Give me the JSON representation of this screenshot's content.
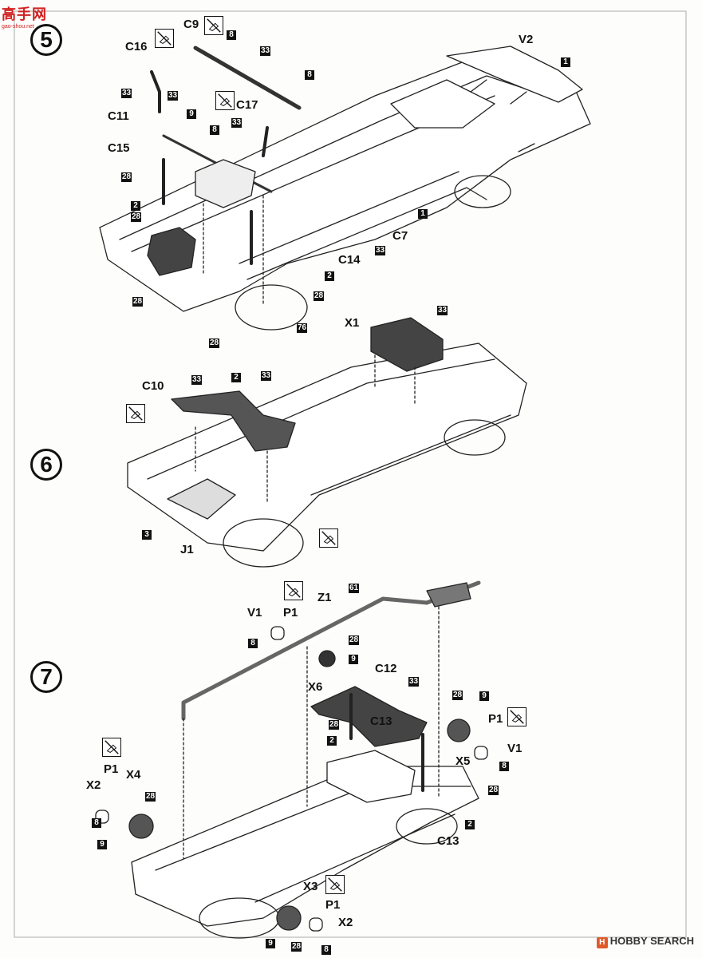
{
  "logo": {
    "text": "高手网",
    "url": "gao-shou.net"
  },
  "watermark": {
    "icon": "hobby-search-logo-icon",
    "text": "HOBBY SEARCH"
  },
  "colors": {
    "ink": "#111111",
    "brand_red": "#d12222"
  },
  "steps": [
    {
      "number": "5",
      "labels": [
        "C16",
        "C9",
        "V2",
        "C11",
        "C15",
        "C17",
        "C7",
        "C14",
        "1",
        "2",
        "8",
        "33",
        "28",
        "76",
        "9"
      ]
    },
    {
      "number": "6",
      "labels": [
        "X1",
        "C10",
        "J1",
        "2",
        "3",
        "33"
      ]
    },
    {
      "number": "7",
      "labels": [
        "V1",
        "P1",
        "Z1",
        "X6",
        "C12",
        "C13",
        "X4",
        "X2",
        "X5",
        "X3",
        "61",
        "28",
        "9",
        "8",
        "2",
        "33"
      ]
    }
  ]
}
